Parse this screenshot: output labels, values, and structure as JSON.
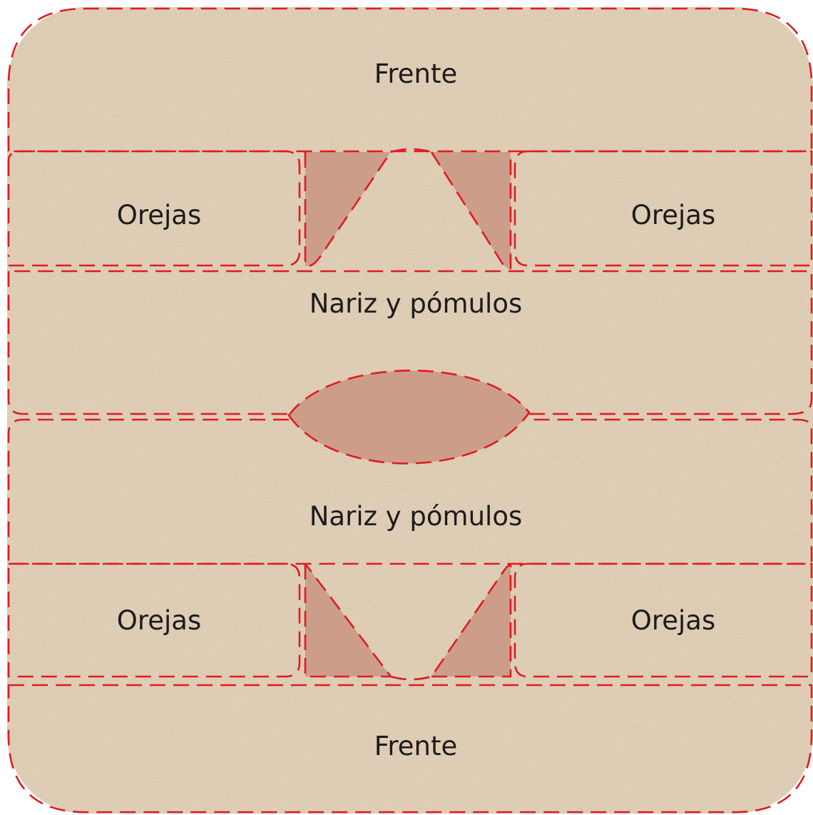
{
  "colors": {
    "foam_base": "#dccab1",
    "foam_light": "#efe4d3",
    "foam_dark": "#c2ad90",
    "cutout_fill": "#cc9e89",
    "cut_line": "#e01b22",
    "label_text": "#1e1b1a"
  },
  "regions": [
    {
      "id": "top-forehead",
      "label": "Frente"
    },
    {
      "id": "upper-left-ears",
      "label": "Orejas"
    },
    {
      "id": "upper-right-ears",
      "label": "Orejas"
    },
    {
      "id": "upper-nose-cheeks",
      "label": "Nariz y pómulos"
    },
    {
      "id": "lower-nose-cheeks",
      "label": "Nariz y pómulos"
    },
    {
      "id": "lower-left-ears",
      "label": "Orejas"
    },
    {
      "id": "lower-right-ears",
      "label": "Orejas"
    },
    {
      "id": "bottom-forehead",
      "label": "Frente"
    }
  ],
  "cutouts": [
    {
      "id": "upper-left-cutout",
      "shape": "triangle"
    },
    {
      "id": "upper-right-cutout",
      "shape": "triangle"
    },
    {
      "id": "center-cutout",
      "shape": "lens"
    },
    {
      "id": "lower-left-cutout",
      "shape": "triangle"
    },
    {
      "id": "lower-right-cutout",
      "shape": "triangle"
    }
  ]
}
